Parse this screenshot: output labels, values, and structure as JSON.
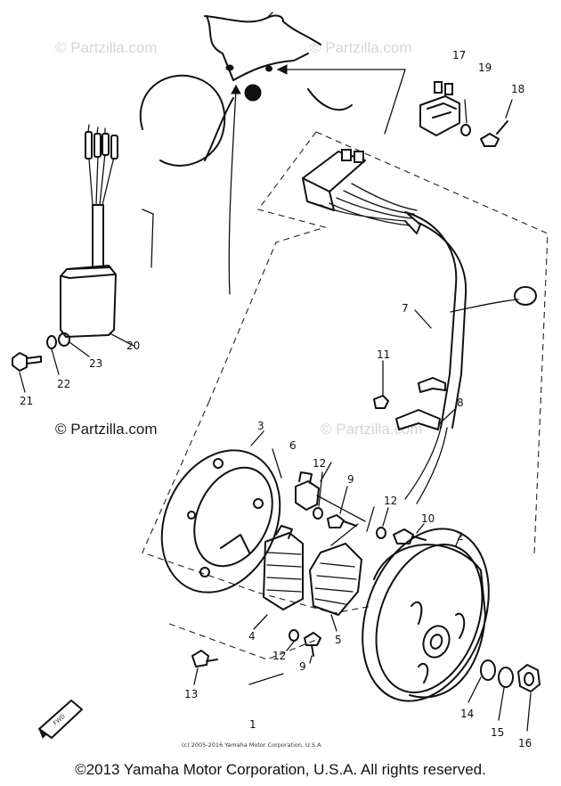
{
  "watermarks": {
    "top_left": "© Partzilla.com",
    "top_right": "© Partzilla.com",
    "middle_left": "© Partzilla.com",
    "middle_right": "© Partzilla.com"
  },
  "parts_callouts": [
    "1",
    "2",
    "3",
    "4",
    "5",
    "6",
    "7",
    "8",
    "9",
    "9",
    "10",
    "11",
    "12",
    "12",
    "12",
    "13",
    "14",
    "15",
    "16",
    "17",
    "18",
    "19",
    "20",
    "21",
    "22",
    "23"
  ],
  "fwd_symbol": "FWD",
  "diagram_small_copyright": "(c) 2005-2016 Yamaha Motor Corporation, U.S.A",
  "footer_copyright": "©2013 Yamaha Motor Corporation, U.S.A. All rights reserved."
}
